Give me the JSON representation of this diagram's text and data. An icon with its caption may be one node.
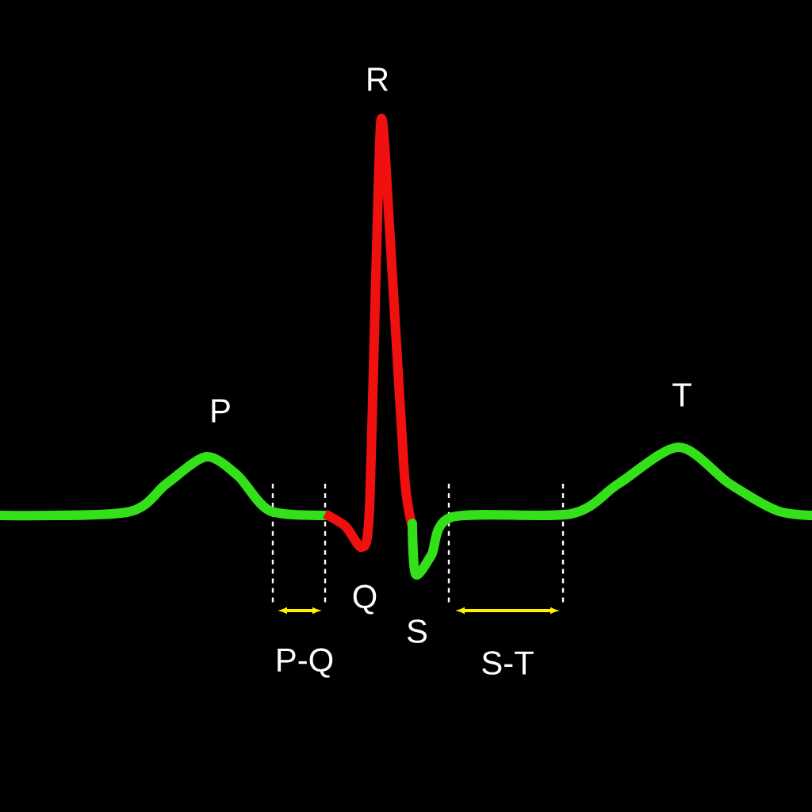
{
  "diagram": {
    "labels": [
      "R",
      "P",
      "T",
      "Q",
      "S",
      "P-Q",
      "S-T"
    ]
  }
}
